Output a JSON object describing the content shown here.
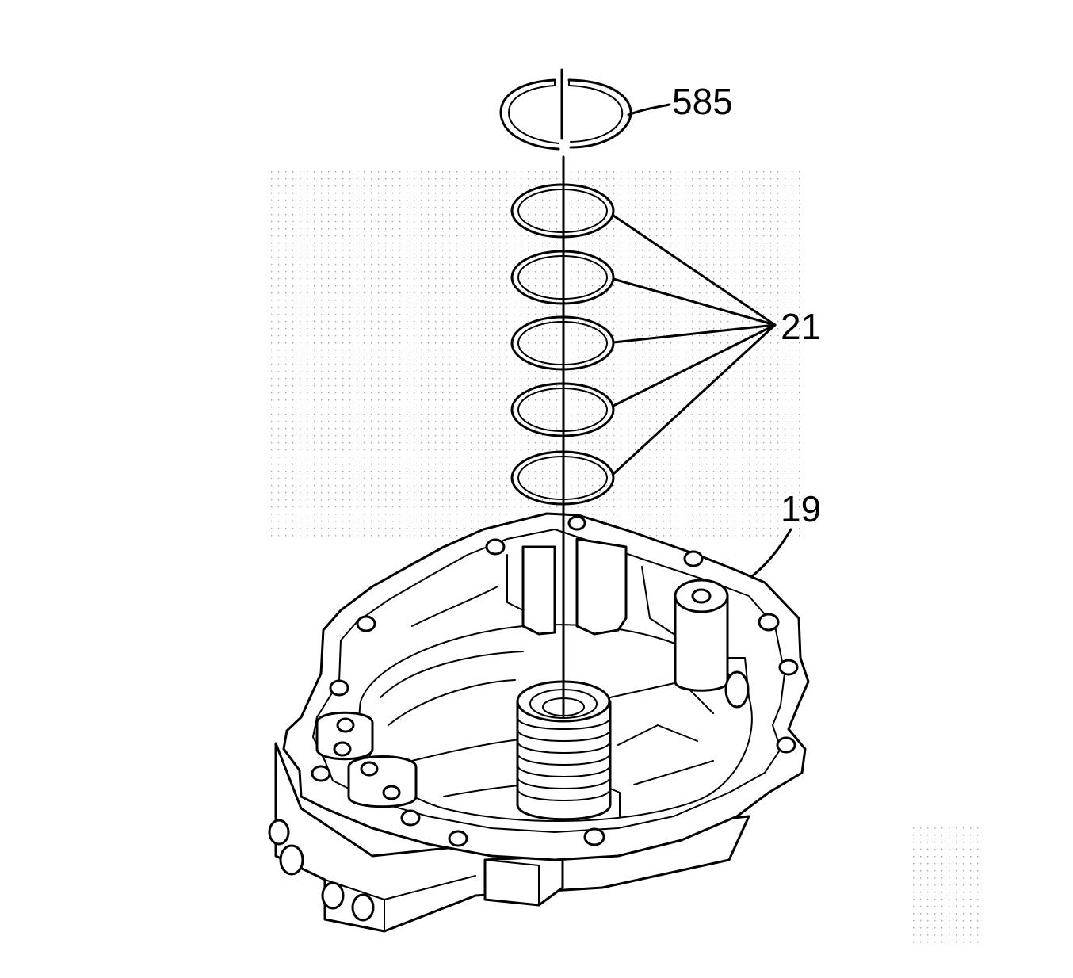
{
  "diagram": {
    "callouts": {
      "snap_ring": "585",
      "seal_rings": "21",
      "housing": "19"
    },
    "colors": {
      "ink": "#000000",
      "background": "#ffffff",
      "stipple": "#9a9a9a"
    }
  }
}
